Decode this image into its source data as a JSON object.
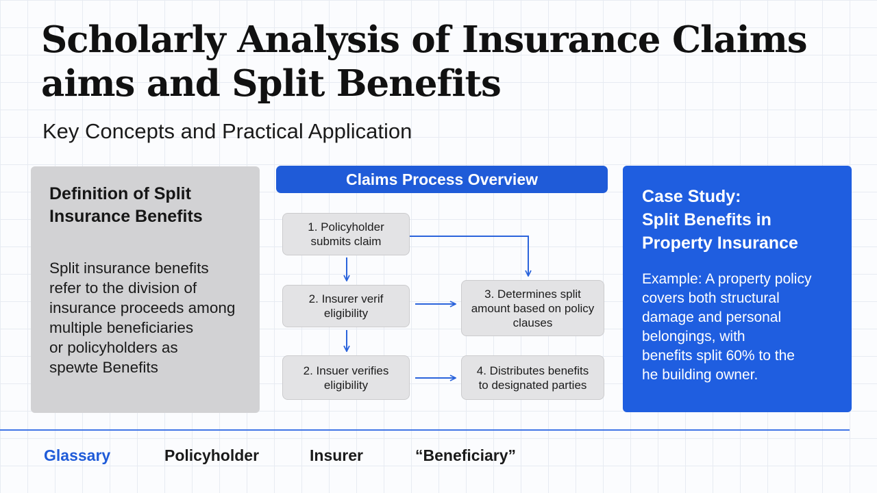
{
  "title": {
    "line1": "Scholarly Analysis of Insurance Claims",
    "line2": "aims and Split Benefits"
  },
  "subtitle": "Key Concepts and Practical Application",
  "left_panel": {
    "title_line1": "Definition of Split",
    "title_line2": "Insurance Benefits",
    "body_lines": [
      "Split insurance benefits",
      "refer to the division of",
      "insurance proceeds among",
      "multiple beneficiaries",
      "or policyholders as",
      "spewte Benefits"
    ]
  },
  "flow": {
    "header": "Claims Process Overview",
    "steps": [
      {
        "line1": "1. Policyholder",
        "line2": "submits claim",
        "line3": ""
      },
      {
        "line1": "2. Insurer verif",
        "line2": "eligibility",
        "line3": ""
      },
      {
        "line1": "2. Insuer verifies",
        "line2": "eligibility",
        "line3": ""
      },
      {
        "line1": "3. Determines split",
        "line2": "amount based on policy",
        "line3": "clauses"
      },
      {
        "line1": "4. Distributes benefits",
        "line2": "to designated parties",
        "line3": ""
      }
    ],
    "arrow_color": "#2a63db"
  },
  "right_panel": {
    "title_line1": "Case Study:",
    "title_line2": "Split Benefits in",
    "title_line3": "Property Insurance",
    "body_lines": [
      "Example: A property policy",
      "covers both structural",
      "damage and personal",
      "belongings, with",
      "benefits split 60% to the",
      "he building owner."
    ]
  },
  "glossary": {
    "label": "Glassary",
    "terms": [
      "Policyholder",
      "Insurer",
      "“Beneficiary”"
    ]
  },
  "colors": {
    "accent_blue": "#1f5bd8",
    "panel_gray": "#d2d2d4",
    "step_gray": "#e3e3e5",
    "case_blue": "#1f5ee0"
  }
}
